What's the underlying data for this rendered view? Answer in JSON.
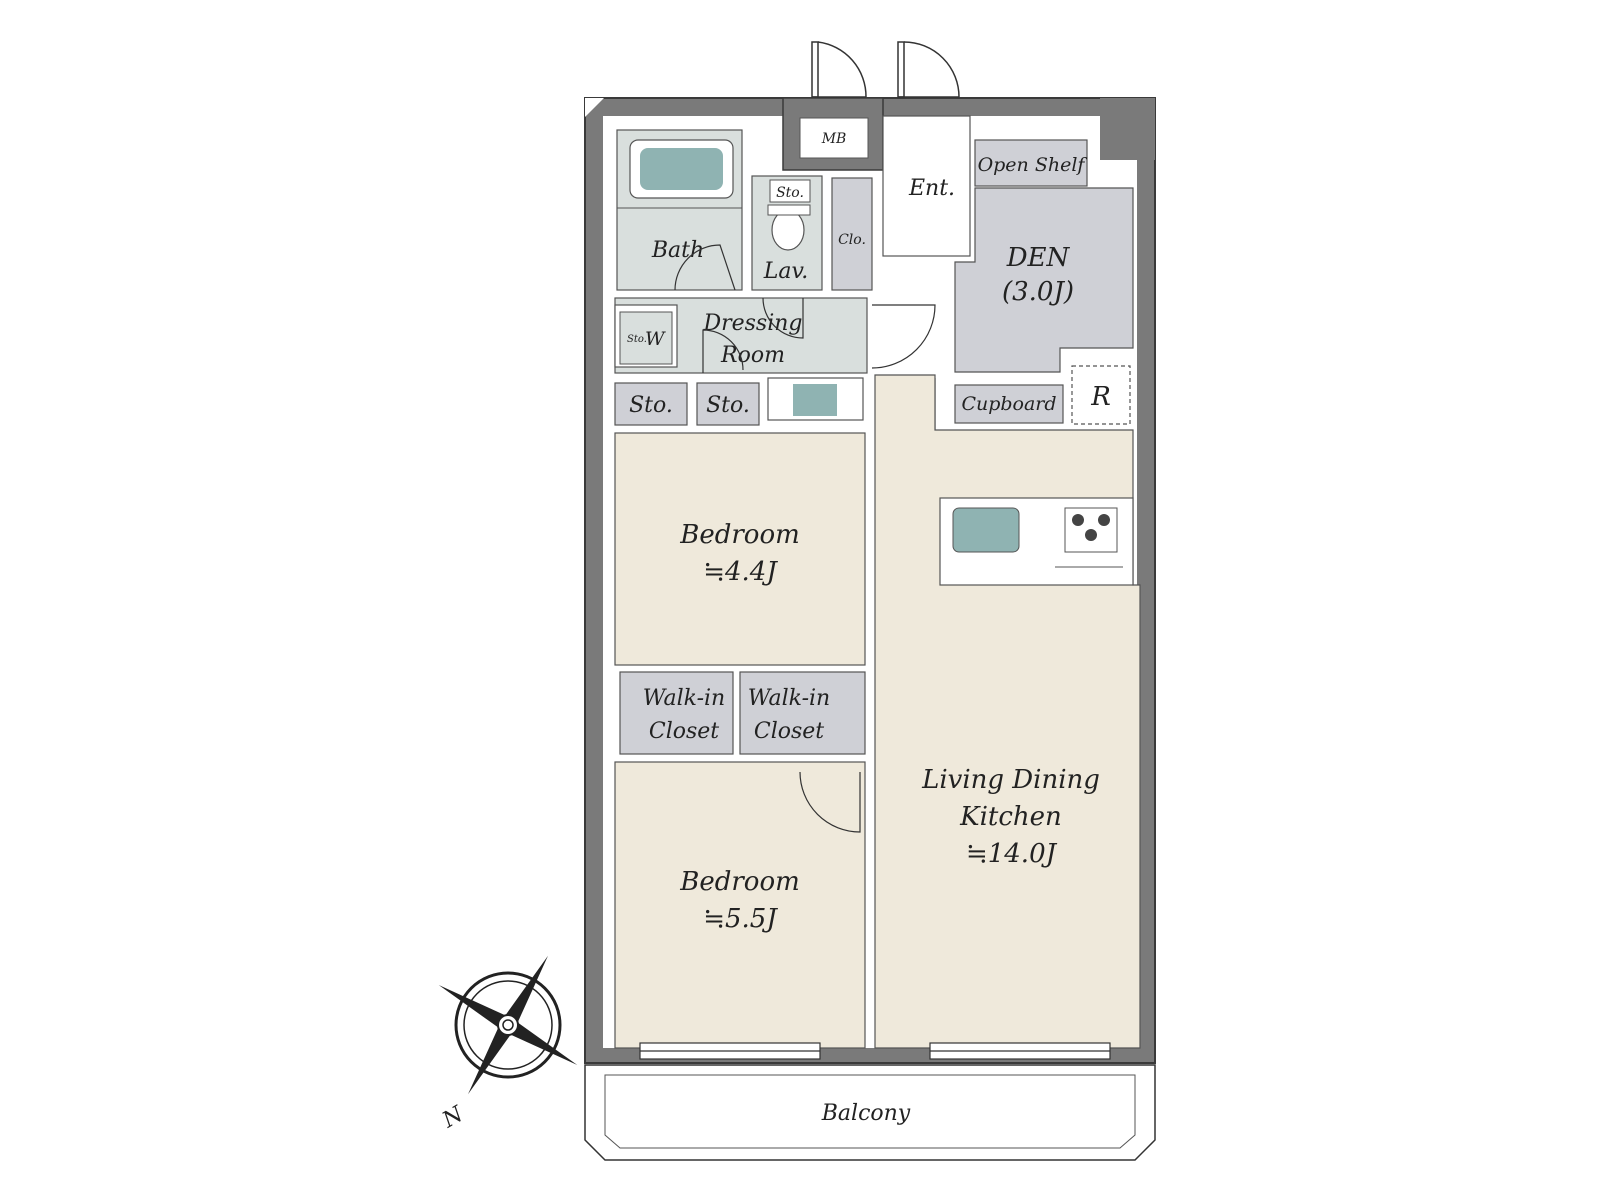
{
  "colors": {
    "wall": "#7a7a7a",
    "wall_edge": "#3a3a3a",
    "floor_room": "#efe9db",
    "floor_wet": "#d9dfdd",
    "storage": "#cfd0d6",
    "balcony": "#ffffff",
    "line": "#555555"
  },
  "rooms": {
    "mb": "MB",
    "entrance": "Ent.",
    "open_shelf": "Open Shelf",
    "den": "DEN",
    "den_size": "(3.0J)",
    "bath": "Bath",
    "lavatory": "Lav.",
    "lavatory_storage": "Sto.",
    "closet_small": "Clo.",
    "dressing_room_line1": "Dressing",
    "dressing_room_line2": "Room",
    "washer_storage": "Sto.",
    "washer": "W",
    "storage_1": "Sto.",
    "storage_2": "Sto.",
    "cupboard": "Cupboard",
    "refrigerator": "R",
    "bedroom_1": "Bedroom",
    "bedroom_1_size": "≒4.4J",
    "walk_in_closet_1_line1": "Walk-in",
    "walk_in_closet_1_line2": "Closet",
    "walk_in_closet_2_line1": "Walk-in",
    "walk_in_closet_2_line2": "Closet",
    "bedroom_2": "Bedroom",
    "bedroom_2_size": "≒5.5J",
    "ldk_line1": "Living Dining",
    "ldk_line2": "Kitchen",
    "ldk_size": "≒14.0J",
    "balcony": "Balcony"
  },
  "compass": {
    "north_label": "N",
    "icon": "compass-rose-icon"
  }
}
